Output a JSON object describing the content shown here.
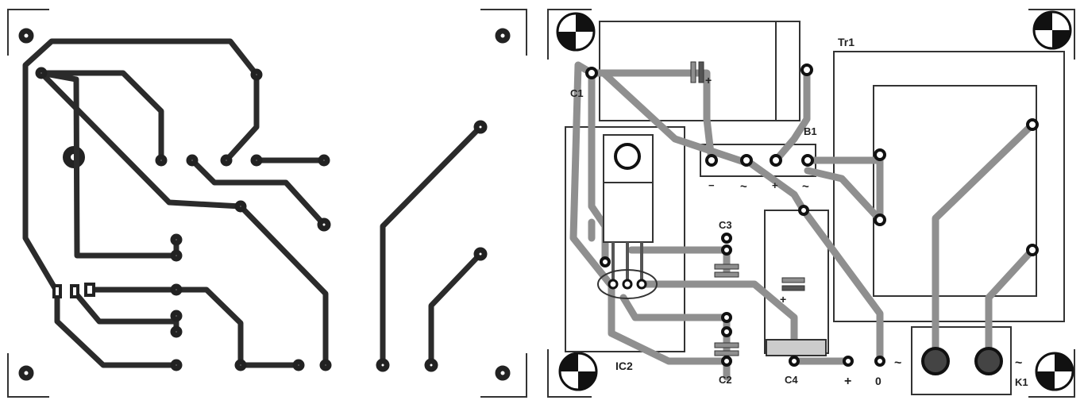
{
  "labels": {
    "transformer": "Tr1",
    "capacitor_c1": "C1",
    "bridge_b1": "B1",
    "capacitor_c3": "C3",
    "capacitor_c2": "C2",
    "capacitor_c4": "C4",
    "regulator_ic2": "IC2",
    "connector_k1": "K1",
    "out_plus": "+",
    "out_zero": "0",
    "ac_tilde_left": "~",
    "ac_tilde_right": "~",
    "bridge_minus": "−",
    "bridge_ac1": "~",
    "bridge_plus": "+",
    "bridge_ac2": "~",
    "c1_polarity": "+",
    "c4_polarity": "+"
  },
  "colors": {
    "copper_trace": "#2b2b2b",
    "silkscreen_outline": "#333333",
    "component_fill": "#8f8f8f",
    "background": "#ffffff"
  }
}
